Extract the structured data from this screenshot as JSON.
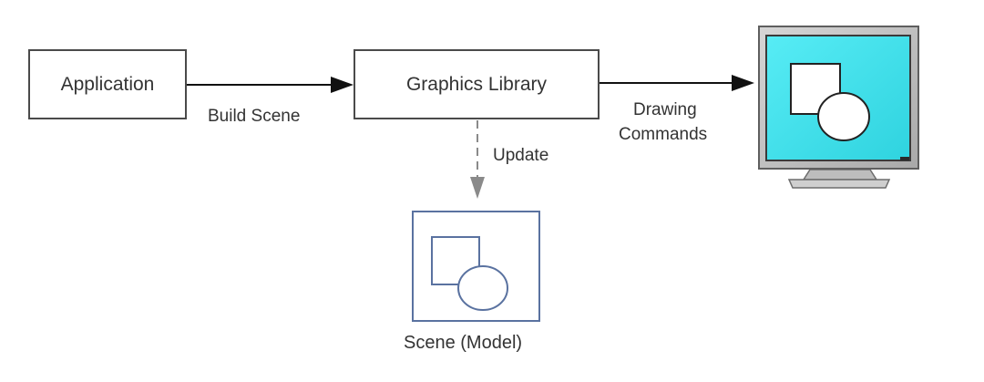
{
  "nodes": {
    "application": "Application",
    "graphics_library": "Graphics Library",
    "scene_model": "Scene (Model)"
  },
  "edges": {
    "build_scene": "Build Scene",
    "update": "Update",
    "drawing_commands_line1": "Drawing",
    "drawing_commands_line2": "Commands"
  },
  "colors": {
    "box_border": "#4a4a4a",
    "scene_border": "#5a72a0",
    "monitor_screen": "#3ee0ec",
    "monitor_bezel": "#c4c4c4",
    "arrow": "#111111",
    "dashed_arrow": "#8a8a8a"
  },
  "icons": [
    "monitor-icon",
    "scene-shapes-icon"
  ]
}
